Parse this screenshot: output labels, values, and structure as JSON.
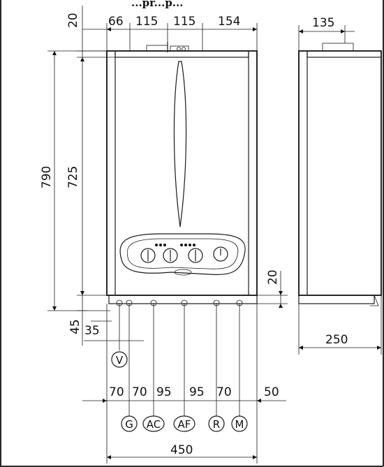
{
  "header": {
    "text": "...pr...p..."
  },
  "dims": {
    "top_20": "20",
    "w66": "66",
    "w115a": "115",
    "w115b": "115",
    "w154": "154",
    "side135": "135",
    "h790": "790",
    "h725": "725",
    "right20": "20",
    "b45": "45",
    "b35": "35",
    "depth250": "250",
    "p70a": "70",
    "p70b": "70",
    "p95a": "95",
    "p95b": "95",
    "p70c": "70",
    "p50": "50",
    "total450": "450"
  },
  "connections": {
    "v": "V",
    "g": "G",
    "ac": "AC",
    "af": "AF",
    "r": "R",
    "m": "M"
  }
}
